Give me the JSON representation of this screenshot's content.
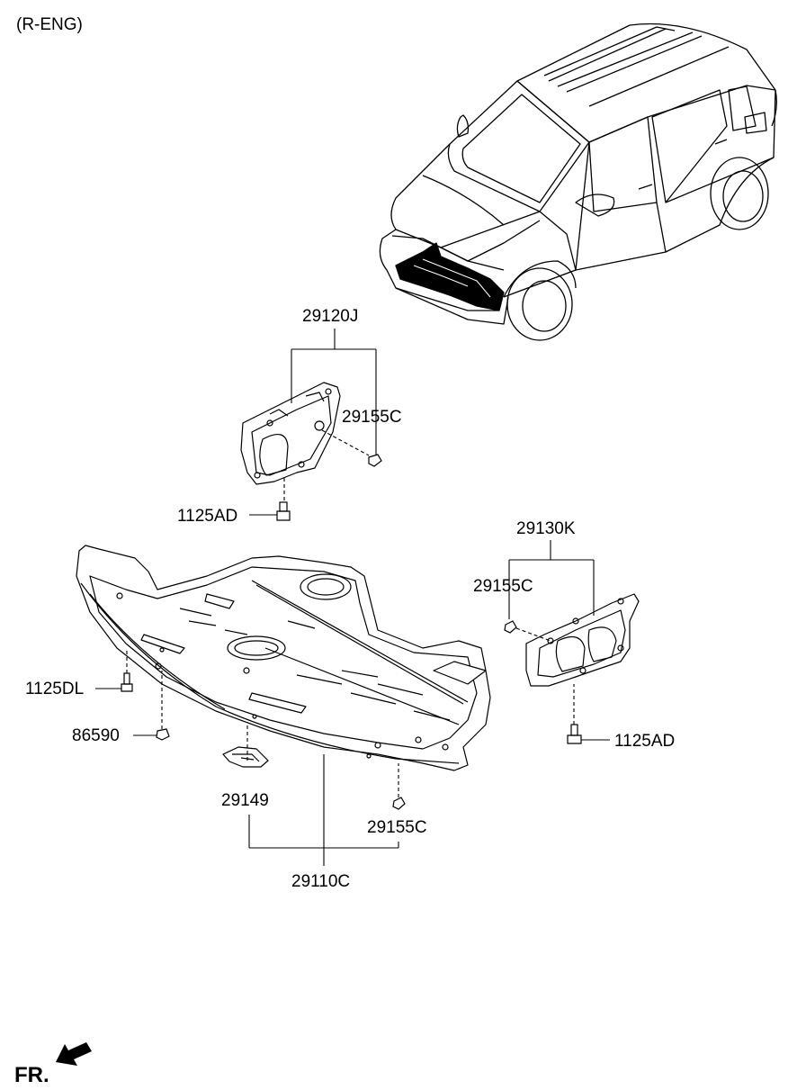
{
  "header": {
    "variant": "(R-ENG)"
  },
  "direction": {
    "label": "FR."
  },
  "parts": {
    "p29120J": "29120J",
    "p29155C_top": "29155C",
    "p1125AD_top": "1125AD",
    "p29130K": "29130K",
    "p29155C_right": "29155C",
    "p1125DL": "1125DL",
    "p86590": "86590",
    "p1125AD_right": "1125AD",
    "p29149": "29149",
    "p29155C_bottom": "29155C",
    "p29110C": "29110C"
  }
}
